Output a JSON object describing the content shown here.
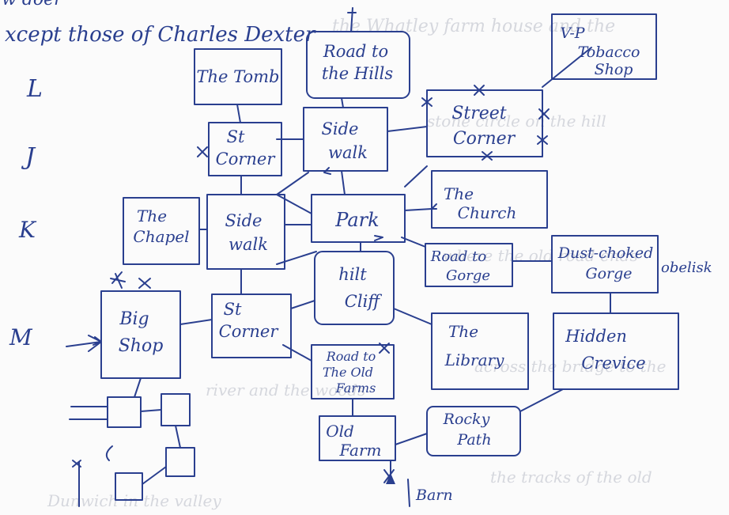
{
  "header": {
    "line1": "w doer",
    "line2": "xcept those of Charles Dexter"
  },
  "margin_letters": [
    "L",
    "J",
    "K",
    "M"
  ],
  "rooms": {
    "the_tomb": [
      "The Tomb"
    ],
    "road_to_hills": [
      "Road to",
      "the Hills"
    ],
    "vp_tobacco_shop": [
      "V-P",
      "Tobacco",
      "Shop"
    ],
    "st_corner_top": [
      "St",
      "Corner"
    ],
    "sidewalk_top": [
      "Side",
      "walk"
    ],
    "street_corner": [
      "Street",
      "Corner"
    ],
    "the_chapel": [
      "The",
      "Chapel"
    ],
    "sidewalk_mid": [
      "Side",
      "walk"
    ],
    "park": [
      "Park"
    ],
    "the_church": [
      "The",
      "Church"
    ],
    "road_to_gorge": [
      "Road to",
      "Gorge"
    ],
    "dust_choked_gorge": [
      "Dust-choked",
      "Gorge"
    ],
    "obelisk": [
      "obelisk"
    ],
    "big_shop": [
      "Big",
      "Shop"
    ],
    "st_corner_bottom": [
      "St",
      "Corner"
    ],
    "hilt_cliff": [
      "hilt",
      "Cliff"
    ],
    "the_library": [
      "The",
      "Library"
    ],
    "hidden_crevice": [
      "Hidden",
      "Crevice"
    ],
    "road_to_old_farms": [
      "Road to",
      "The Old",
      "Farms"
    ],
    "old_farm": [
      "Old",
      "Farm"
    ],
    "rocky_path": [
      "Rocky",
      "Path"
    ],
    "barn": [
      "Barn"
    ]
  }
}
